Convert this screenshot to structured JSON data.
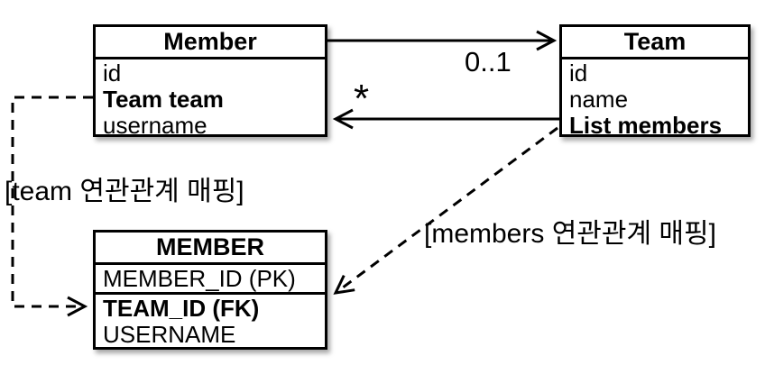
{
  "member_class": {
    "title": "Member",
    "attr_id": "id",
    "attr_team": "Team team",
    "attr_username": "username"
  },
  "team_class": {
    "title": "Team",
    "attr_id": "id",
    "attr_name": "name",
    "attr_members": "List members"
  },
  "member_table": {
    "title": "MEMBER",
    "col_pk": "MEMBER_ID (PK)",
    "col_fk": "TEAM_ID (FK)",
    "col_username": "USERNAME"
  },
  "relationships": {
    "member_to_team_multiplicity": "0..1",
    "team_to_member_multiplicity": "*",
    "team_mapping_label": "[team 연관관계 매핑]",
    "members_mapping_label": "[members 연관관계 매핑]"
  },
  "colors": {
    "line": "#000000",
    "background": "#ffffff",
    "text": "#000000"
  }
}
